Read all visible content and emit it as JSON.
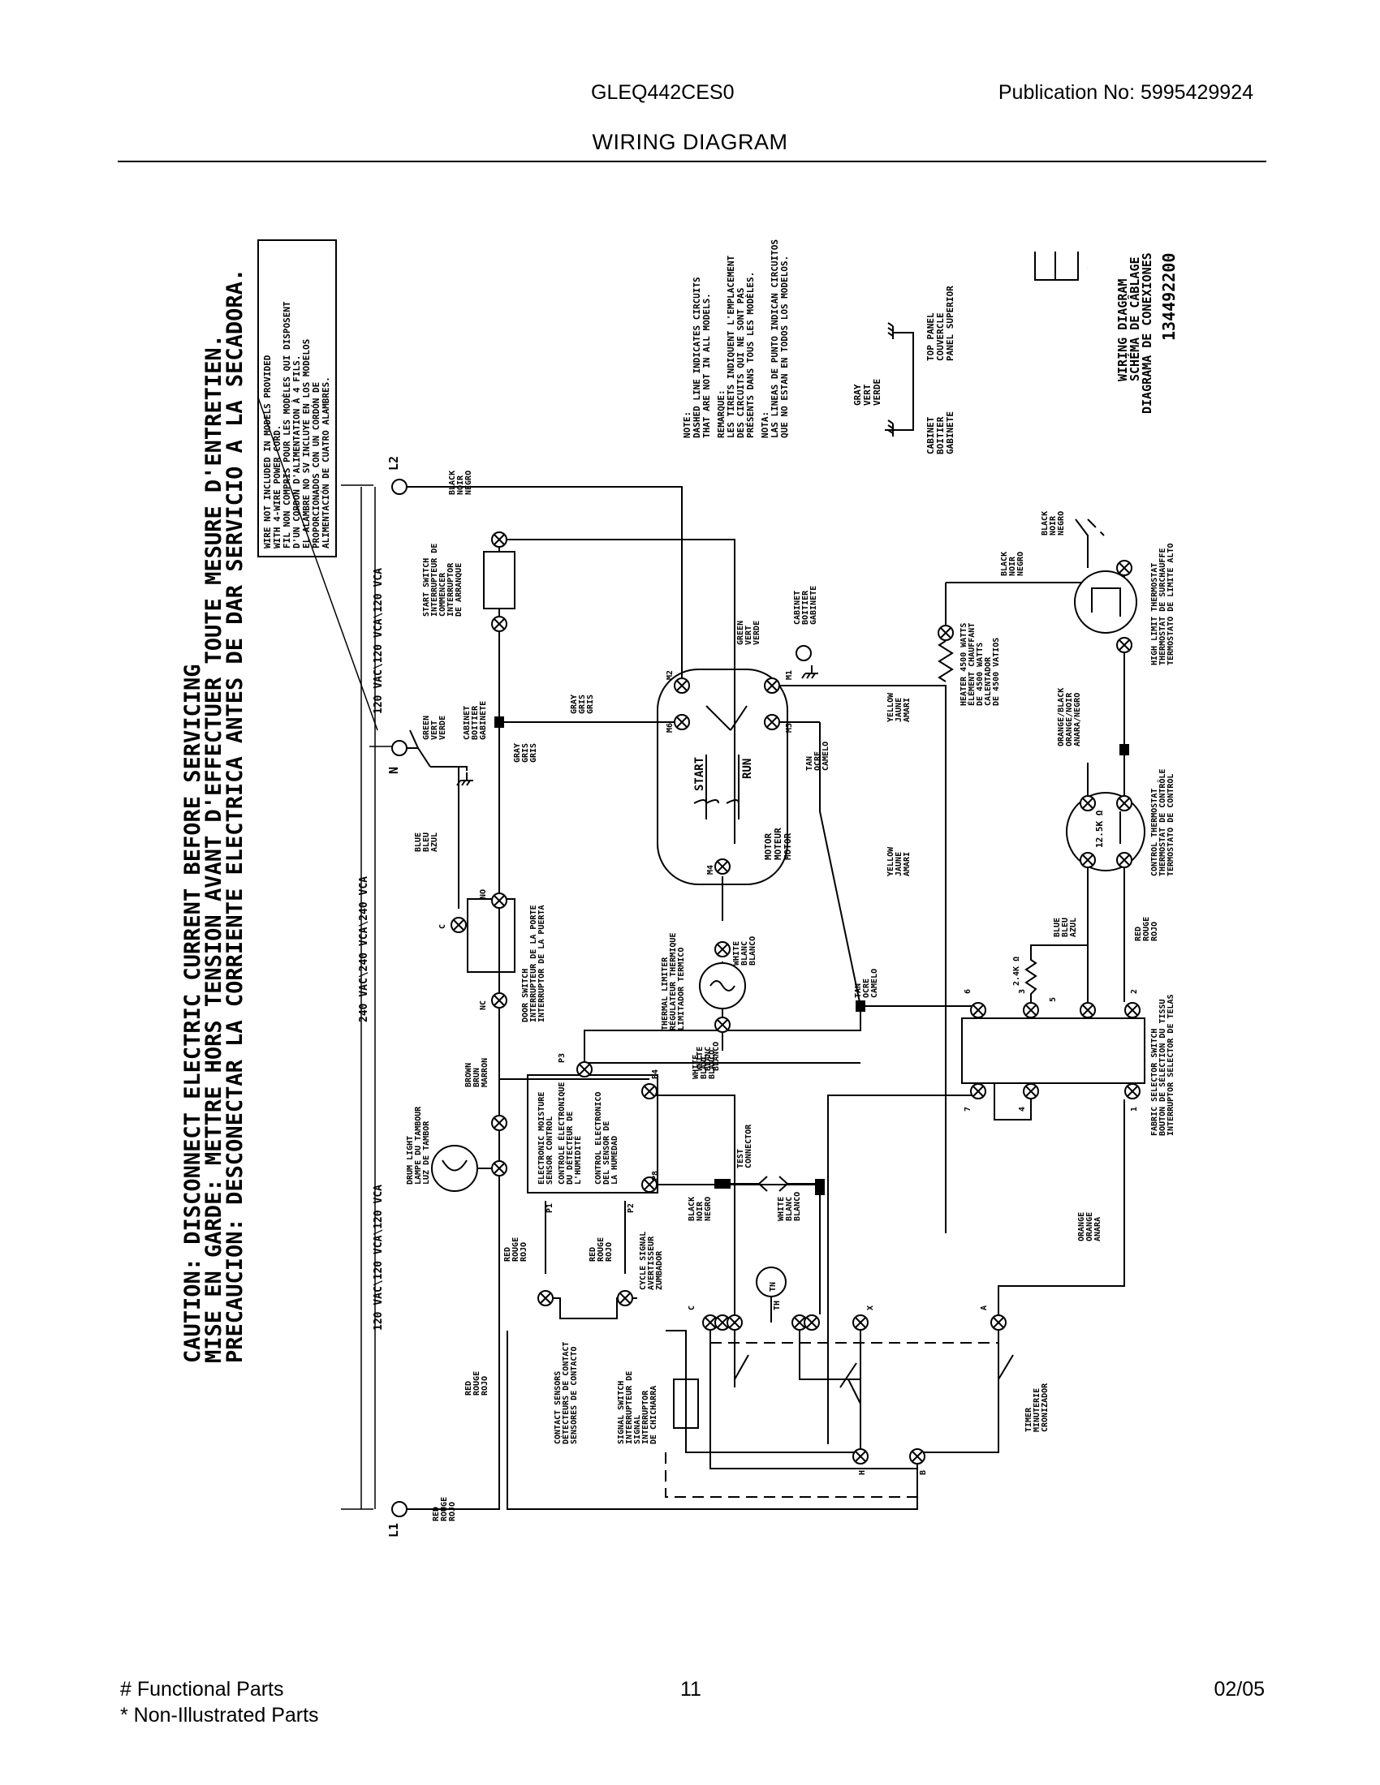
{
  "header": {
    "model": "GLEQ442CES0",
    "publication": "Publication No:  5995429924",
    "title": "WIRING DIAGRAM"
  },
  "footer": {
    "functional_parts": "# Functional Parts",
    "non_illustrated": "* Non-Illustrated Parts",
    "page": "11",
    "date": "02/05"
  },
  "diagram": {
    "caption": [
      "CAUTION:  DISCONNECT  ELECTRIC  CURRENT  BEFORE  SERVICING",
      "MISE  EN  GARDE:  METTRE  HORS  TENSION  AVANT  D'EFFECTUER  TOUTE  MESURE  D'ENTRETIEN.",
      "PRECAUCION:  DESCONECTAR  LA  CORRIENTE  ELECTRICA  ANTES  DE  DAR  SERVICIO  A  LA  SECADORA."
    ],
    "wire_note": [
      "WIRE NOT INCLUDED IN MODELS PROVIDED",
      "WITH 4-WIRE POWER CORD.",
      "FIL NON COMPRIS POUR LES MODÈLES QUI DISPOSENT",
      "D'UN CORDON D'ALIMENTATION À 4 FILS.",
      "EL ALAMBRE NO SV INCLUYE EN LOS MODELOS",
      "PROPORCIONADOS CON UN CORDÓN DE",
      "ALIMENTACIÓN DE CUATRO ALAMBRES."
    ],
    "notes": [
      "NOTE:",
      "DASHED LINE INDICATES CIRCUITS",
      "THAT ARE NOT IN ALL MODELS.",
      "REMARQUE:",
      "LES TIRETS INDIQUENT L'EMPLACEMENT",
      "DES CIRCUITS QUI NE SONT PAS",
      "PRÉSENTS DANS TOUS LES MODÈLES.",
      "NOTA:",
      "LAS LINEAS DE PUNTO INDICAN CIRCUITOS",
      "QUE NO ESTAN EN TODOS LOS MODELOS."
    ],
    "ground_legend": {
      "wire": [
        "GRAY",
        "VERT",
        "VERDE"
      ],
      "left": [
        "CABINET",
        "BOITIER",
        "GABINETE"
      ],
      "right": [
        "TOP PANEL",
        "COUVERCLE",
        "PANEL SUPERIOR"
      ]
    },
    "code_letter": "E",
    "diagram_title": [
      "WIRING DIAGRAM",
      "SCHÉMA DE CÂBLAGE",
      "DIAGRAMA DE CONEXIONES",
      "134492200"
    ],
    "voltages": {
      "top": "120 VAC\\120 VCA\\120 VCA",
      "middle": "240 VAC\\240 VCA\\240 VCA",
      "bottom": "120 VAC\\120 VCA\\120 VCA"
    },
    "terminals": {
      "l1": "L1",
      "l2": "L2",
      "n": "N"
    },
    "labels": {
      "black_noir_negro": [
        "BLACK",
        "NOIR",
        "NEGRO"
      ],
      "start_switch": [
        "START SWITCH",
        "INTERRUPTEUR DE",
        "COMMENCER",
        "INTERRUPTOR",
        "DE ARRANQUE"
      ],
      "green_vert_verde": [
        "GREEN",
        "VERT",
        "VERDE"
      ],
      "cabinet": [
        "CABINET",
        "BOITIER",
        "GABINETE"
      ],
      "gray_gris_gris": [
        "GRAY",
        "GRIS",
        "GRIS"
      ],
      "blue_bleu_azul": [
        "BLUE",
        "BLEU",
        "AZUL"
      ],
      "door_switch": [
        "DOOR SWITCH",
        "INTERRUPTEUR DE LA PORTE",
        "INTERRUPTOR DE LA PUERTA"
      ],
      "brown": [
        "BROWN",
        "BRUN",
        "MARRON"
      ],
      "drum_light": [
        "DRUM LIGHT",
        "LAMPE DU TAMBOUR",
        "LUZ DE TAMBOR"
      ],
      "red_rouge_rojo": [
        "RED",
        "ROUGE",
        "ROJO"
      ],
      "motor": [
        "MOTOR",
        "MOTEUR",
        "MOTOR"
      ],
      "start": "START",
      "run": "RUN",
      "tan": [
        "TAN",
        "OCRE",
        "CAMELO"
      ],
      "white": [
        "WHITE",
        "BLANC",
        "BLANCO"
      ],
      "thermal_limiter": [
        "THERMAL LIMITER",
        "RÉGULATEUR THERMIQUE",
        "LIMITADOR TERMICO"
      ],
      "moisture_control": [
        "ELECTRONIC MOISTURE",
        "SENSOR CONTROL",
        "CONTROLE ÉLECTRONIQUE",
        "DU DÉTECTEUR DE",
        "L'HUMIDITÉ",
        "CONTROL ELECTRONICO",
        "DEL SENSOR DE",
        "LA HUMEDAD"
      ],
      "test_connector": [
        "TEST",
        "CONNECTOR"
      ],
      "contact_sensors": [
        "CONTACT SENSORS",
        "DÉTECTEURS DE CONTACT",
        "SENSORES DE CONTACTO"
      ],
      "cycle_signal": [
        "CYCLE SIGNAL",
        "AVERTISSEUR",
        "ZUMBADOR"
      ],
      "signal_switch": [
        "SIGNAL SWITCH",
        "INTERRUPTEUR DE",
        "SIGNAL",
        "INTERRUPTOR",
        "DE CHICHARRA"
      ],
      "tn": "TN",
      "timer": [
        "TIMER",
        "MINUTERIE",
        "CRONIZADOR"
      ],
      "yellow": [
        "YELLOW",
        "JAUNE",
        "AMARI"
      ],
      "heater": [
        "HEATER 4500 WATTS",
        "ÉLÉMENT CHAUFFANT",
        "DE 4500 WATTS",
        "CALENTADOR",
        "DE 4500 VATIOS"
      ],
      "high_limit": [
        "HIGH LIMIT THERMOSTAT",
        "THERMOSTAT DE SURCHAUFFE",
        "TERMOSTATO DE LIMITE ALTO"
      ],
      "orange_black": [
        "ORANGE/BLACK",
        "ORANGE/NOIR",
        "ANARA/NEGRO"
      ],
      "control_thermostat": [
        "CONTROL THERMOSTAT",
        "THERMOSTAT DE CONTRÔLE",
        "TERMOSTATO DE CONTROL"
      ],
      "fabric_switch": [
        "FABRIC SELECTOR SWITCH",
        "BOUTON DE SÉLECTION DU TISSU",
        "INTERRUPTOR SELECTOR DE TELAS"
      ],
      "orange": [
        "ORANGE",
        "ORANGE",
        "ANARA"
      ],
      "r_24k": "2.4K Ω",
      "r_125k": "12.5K Ω"
    },
    "pins": {
      "m1": "M1",
      "m2": "M2",
      "m4": "M4",
      "m5": "M5",
      "m6": "M6",
      "p1": "P1",
      "p2": "P2",
      "p3": "P3",
      "p4": "P4",
      "p8": "P8",
      "no": "NO",
      "nc": "NC",
      "c": "C",
      "timer_c": "C",
      "timer_th": "TH",
      "timer_x": "X",
      "timer_a": "A",
      "timer_h": "H",
      "timer_b": "B",
      "fs1": "1",
      "fs2": "2",
      "fs3": "3",
      "fs4": "4",
      "fs5": "5",
      "fs6": "6",
      "fs7": "7"
    }
  }
}
